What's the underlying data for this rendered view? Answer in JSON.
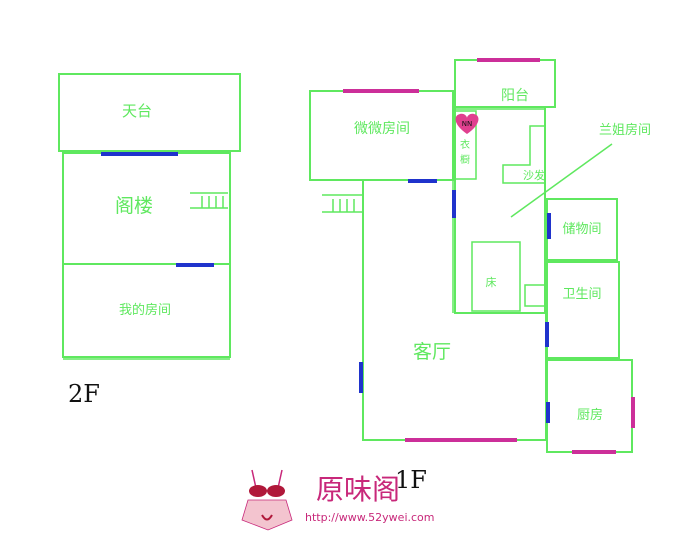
{
  "floor2": {
    "label": "2F",
    "rooms": {
      "terrace": "天台",
      "attic": "阁楼",
      "my_room": "我的房间"
    }
  },
  "floor1": {
    "label": "1F",
    "rooms": {
      "weiwei_room": "微微房间",
      "balcony": "阳台",
      "lanjie_room": "兰姐房间",
      "wardrobe": "衣橱",
      "sofa": "沙发",
      "storage": "储物间",
      "bed": "床",
      "bathroom": "卫生间",
      "living_room": "客厅",
      "kitchen": "厨房"
    },
    "heart_badge": "NN"
  },
  "watermark": {
    "brand": "原味阁",
    "url": "http://www.52ywei.com"
  },
  "colors": {
    "wall": "#5fe85f",
    "door": "#1f33cc",
    "window": "#cc2f99",
    "heart": "#e0408f"
  }
}
